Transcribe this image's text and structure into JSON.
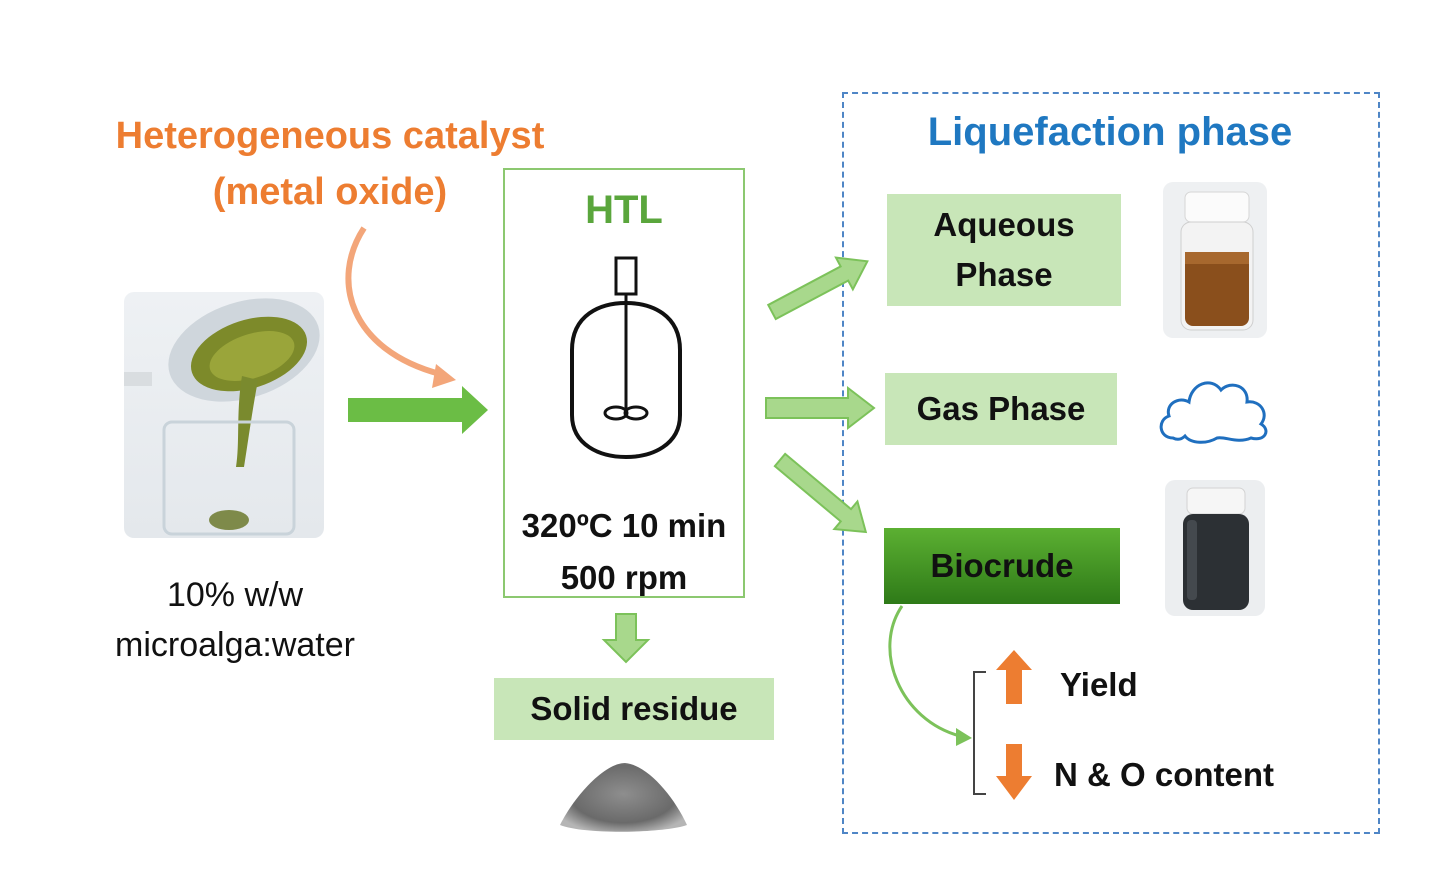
{
  "catalyst": {
    "line1": "Heterogeneous catalyst",
    "line2": "(metal oxide)"
  },
  "feed": {
    "line1": "10% w/w",
    "line2": "microalga:water"
  },
  "reactor": {
    "title": "HTL",
    "cond1": "320ºC 10 min",
    "cond2": "500 rpm"
  },
  "solid": {
    "label": "Solid residue"
  },
  "liquefaction": {
    "title": "Liquefaction phase",
    "aqueous": {
      "line1": "Aqueous",
      "line2": "Phase"
    },
    "gas": {
      "label": "Gas Phase"
    },
    "biocrude": {
      "label": "Biocrude"
    }
  },
  "effects": {
    "yield": "Yield",
    "no": "N & O content"
  },
  "colors": {
    "catalyst_text": "#ed7d31",
    "liquefaction_title": "#1f78c1",
    "htl_title": "#5aa63c",
    "phase_box": "#c8e6b8",
    "biocrude_box": "#3f9324",
    "arrow_green": "#7cc25a",
    "arrow_orange": "#ed7d31",
    "cloud": "#1f6fbf"
  }
}
